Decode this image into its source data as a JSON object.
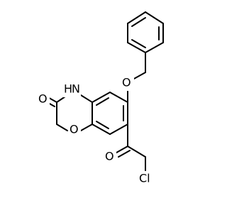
{
  "structure": {
    "atoms": {
      "ether_oxygen": "O",
      "amide_nitrogen": "H",
      "amide_nitrogen_hydrogen": "N",
      "carbonyl_oxygen_lactam": "O",
      "ring_oxygen": "O",
      "carbonyl_oxygen_ketone": "O",
      "chlorine": "Cl"
    },
    "colors": {
      "bond": "#000000",
      "label": "#000000",
      "background": "#ffffff"
    }
  }
}
